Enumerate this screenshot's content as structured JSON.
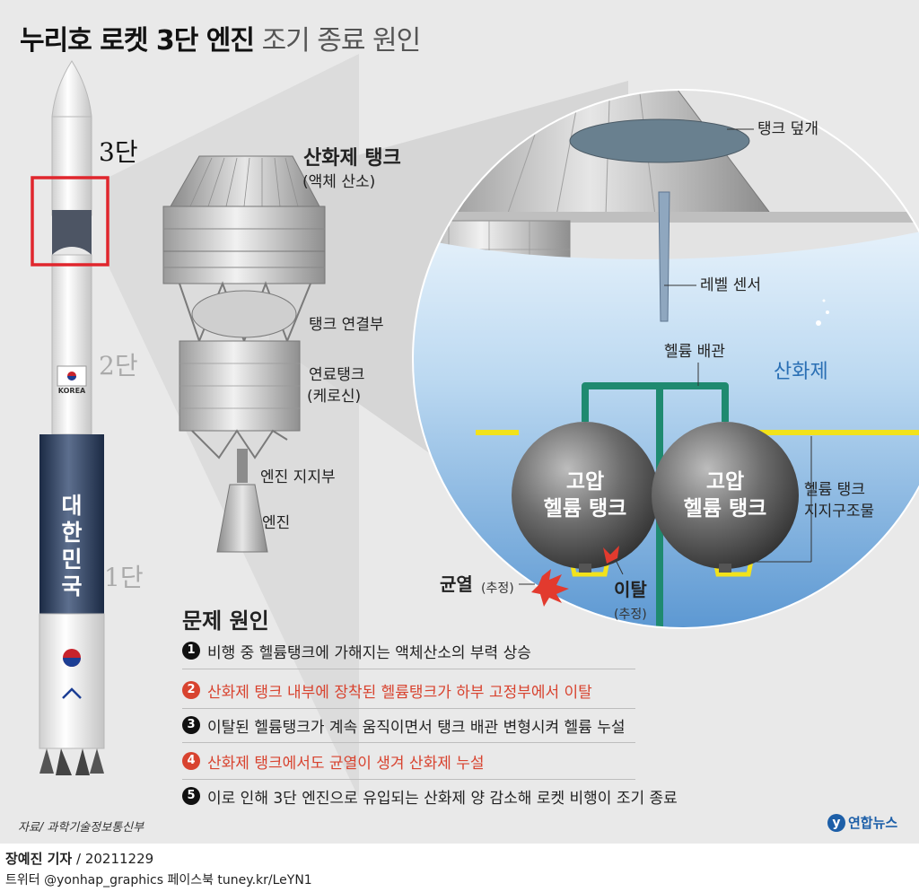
{
  "title": {
    "bold": "누리호 로켓 3단 엔진",
    "light": "조기 종료 원인"
  },
  "stages": {
    "third": "3단",
    "second": "2단",
    "first": "1단"
  },
  "rocket": {
    "country_text": "대한민국",
    "korea_text": "KOREA"
  },
  "middle_labels": {
    "oxidizer_tank": "산화제 탱크",
    "oxidizer_tank_sub": "(액체 산소)",
    "tank_connection": "탱크 연결부",
    "fuel_tank": "연료탱크",
    "fuel_tank_sub": "(케로신)",
    "engine_support": "엔진 지지부",
    "engine": "엔진"
  },
  "detail_labels": {
    "tank_cover": "탱크 덮개",
    "level_sensor": "레벨 센서",
    "helium_pipe": "헬륨 배관",
    "oxidizer": "산화제",
    "sphere_line1": "고압",
    "sphere_line2": "헬륨 탱크",
    "support_line1": "헬륨 탱크",
    "support_line2": "지지구조물",
    "crack": "균열",
    "crack_sub": "(추정)",
    "detach": "이탈",
    "detach_sub": "(추정)"
  },
  "causes": {
    "title": "문제 원인",
    "items": [
      {
        "num": "1",
        "text": "비행 중 헬륨탱크에 가해지는 액체산소의 부력 상승"
      },
      {
        "num": "2",
        "text": "산화제 탱크 내부에 장착된 헬륨탱크가 하부 고정부에서 이탈"
      },
      {
        "num": "3",
        "text": "이탈된 헬륨탱크가 계속 움직이면서 탱크 배관 변형시켜 헬륨 누설"
      },
      {
        "num": "4",
        "text": "산화제 탱크에서도 균열이 생겨 산화제 누설"
      },
      {
        "num": "5",
        "text": "이로 인해 3단 엔진으로 유입되는 산화제 양 감소해 로켓 비행이 조기 종료"
      }
    ]
  },
  "source": "자료/ 과학기술정보통신부",
  "logo": {
    "mark": "y",
    "text": "연합뉴스"
  },
  "byline": {
    "reporter": "장예진 기자",
    "date": "/ 20211229"
  },
  "social": "트위터 @yonhap_graphics  페이스북 tuney.kr/LeYN1",
  "colors": {
    "highlight_red": "#d8432f",
    "pipe_green": "#1f8a70",
    "support_yellow": "#f2e21b",
    "oxidizer_blue": "#2a6fb4",
    "sphere_gray": "#666666"
  }
}
